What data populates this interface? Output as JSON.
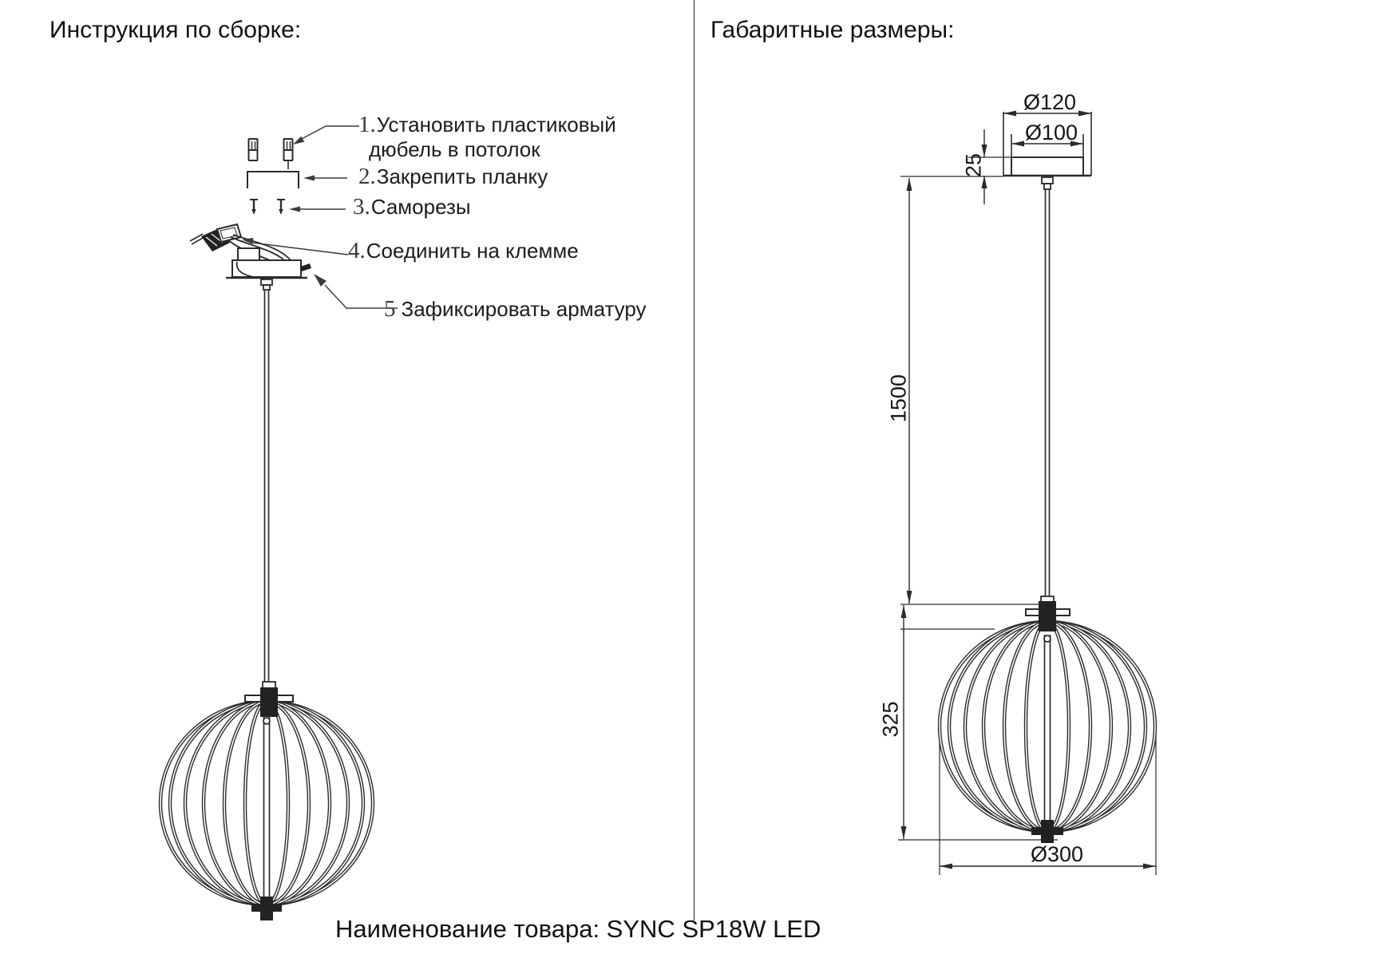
{
  "header": {
    "left_title": "Инструкция по сборке:",
    "right_title": "Габаритные размеры:"
  },
  "steps": [
    {
      "num": "1.",
      "label": "Установить пластиковый",
      "label2": "дюбель в потолок"
    },
    {
      "num": "2.",
      "label": "Закрепить планку"
    },
    {
      "num": "3.",
      "label": "Саморезы"
    },
    {
      "num": "4.",
      "label": "Соединить на клемме"
    },
    {
      "num": "5",
      "label": "Зафиксировать арматуру"
    }
  ],
  "dimensions": {
    "canopy_plate_diameter": "Ø120",
    "canopy_body_diameter": "Ø100",
    "canopy_height": "25",
    "suspension_length": "1500",
    "shade_height": "325",
    "shade_diameter": "Ø300"
  },
  "footer": {
    "caption": "Наименование товара: SYNC SP18W LED"
  },
  "colors": {
    "line": "#2b2b2b",
    "text": "#1a1a1a",
    "background": "#ffffff"
  }
}
